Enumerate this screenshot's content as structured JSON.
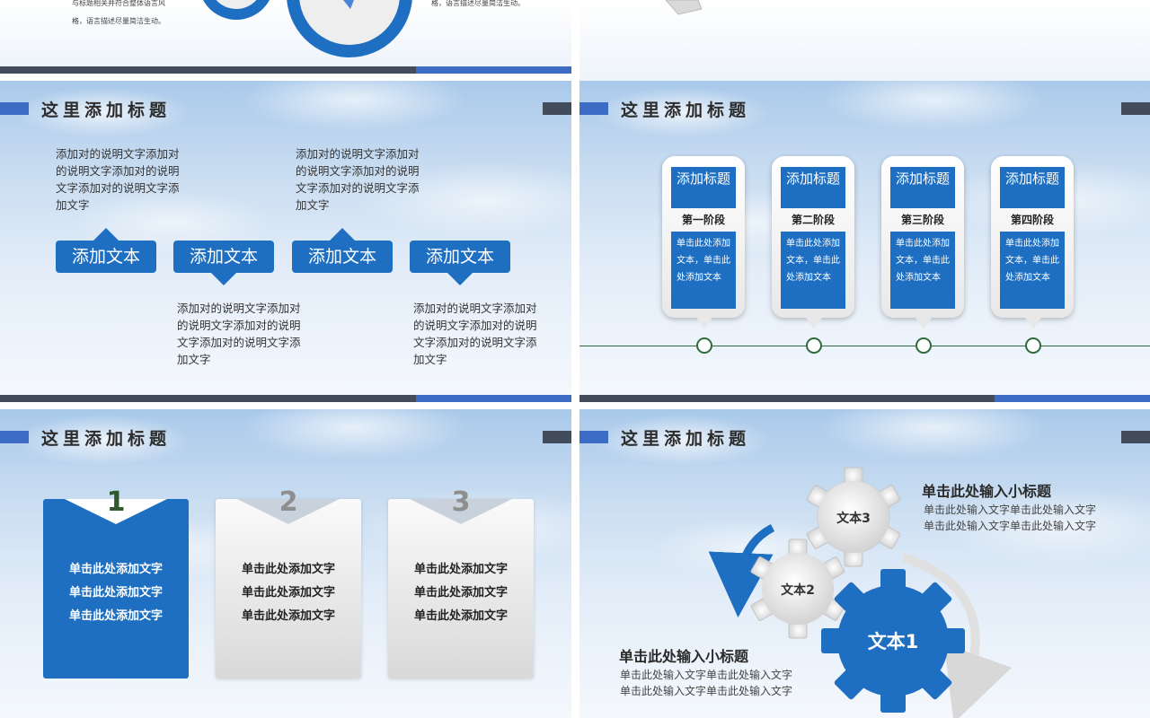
{
  "top_strip": {
    "left_desc_line1": "与标题相关并符合整体语言风",
    "left_desc_line2": "格，语言描述尽量简洁生动。",
    "right_desc": "格，语言描述尽量简洁生动。"
  },
  "slide1": {
    "title": "这里添加标题",
    "buttons": [
      "添加文本",
      "添加文本",
      "添加文本",
      "添加文本"
    ],
    "descriptions": [
      "添加对的说明文字添加对的说明文字添加对的说明文字添加对的说明文字添加文字",
      "添加对的说明文字添加对的说明文字添加对的说明文字添加对的说明文字添加文字",
      "添加对的说明文字添加对的说明文字添加对的说明文字添加对的说明文字添加文字",
      "添加对的说明文字添加对的说明文字添加对的说明文字添加对的说明文字添加文字"
    ]
  },
  "slide2": {
    "title": "这里添加标题",
    "stages": [
      {
        "heading": "添加标题",
        "stage": "第一阶段",
        "body": "单击此处添加文本，单击此处添加文本"
      },
      {
        "heading": "添加标题",
        "stage": "第二阶段",
        "body": "单击此处添加文本，单击此处添加文本"
      },
      {
        "heading": "添加标题",
        "stage": "第三阶段",
        "body": "单击此处添加文本，单击此处添加文本"
      },
      {
        "heading": "添加标题",
        "stage": "第四阶段",
        "body": "单击此处添加文本，单击此处添加文本"
      }
    ]
  },
  "slide3": {
    "title": "这里添加标题",
    "cards": [
      {
        "number": "1",
        "lines": [
          "单击此处添加文字",
          "单击此处添加文字",
          "单击此处添加文字"
        ]
      },
      {
        "number": "2",
        "lines": [
          "单击此处添加文字",
          "单击此处添加文字",
          "单击此处添加文字"
        ]
      },
      {
        "number": "3",
        "lines": [
          "单击此处添加文字",
          "单击此处添加文字",
          "单击此处添加文字"
        ]
      }
    ]
  },
  "slide4": {
    "title": "这里添加标题",
    "gears": {
      "g1": "文本1",
      "g2": "文本2",
      "g3": "文本3"
    },
    "top_subtitle": "单击此处输入小标题",
    "top_text_line1": "单击此处输入文字单击此处输入文字",
    "top_text_line2": "单击此处输入文字单击此处输入文字",
    "bottom_subtitle": "单击此处输入小标题",
    "bottom_text_line1": "单击此处输入文字单击此处输入文字",
    "bottom_text_line2": "单击此处输入文字单击此处输入文字"
  },
  "colors": {
    "accent_blue": "#1e6fc2",
    "dark_bar": "#434c5b",
    "bar_blue": "#3d6cc4"
  }
}
